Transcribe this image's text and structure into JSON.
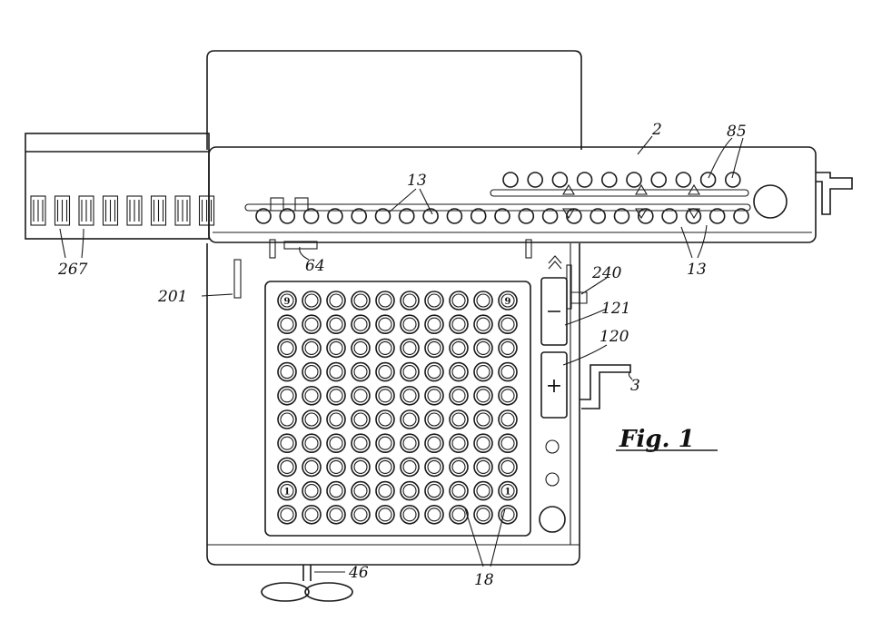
{
  "figure_label": "Fig. 1",
  "keyboard": {
    "rows": 10,
    "columns": 10,
    "top_row_corner_digit": "9",
    "bottom_row_corner_digit": "1"
  },
  "control_panel": {
    "plus_sign": "+"
  },
  "reference_labels": {
    "carriage": "2",
    "register_keys_top": "13",
    "register_keys_bottom": "13",
    "indicator_keys": "85",
    "dials": "267",
    "slide": "64",
    "lever": "201",
    "latch": "240",
    "minus_bar": "121",
    "plus_bar": "120",
    "crank": "3",
    "keys": "18",
    "handle": "46"
  }
}
